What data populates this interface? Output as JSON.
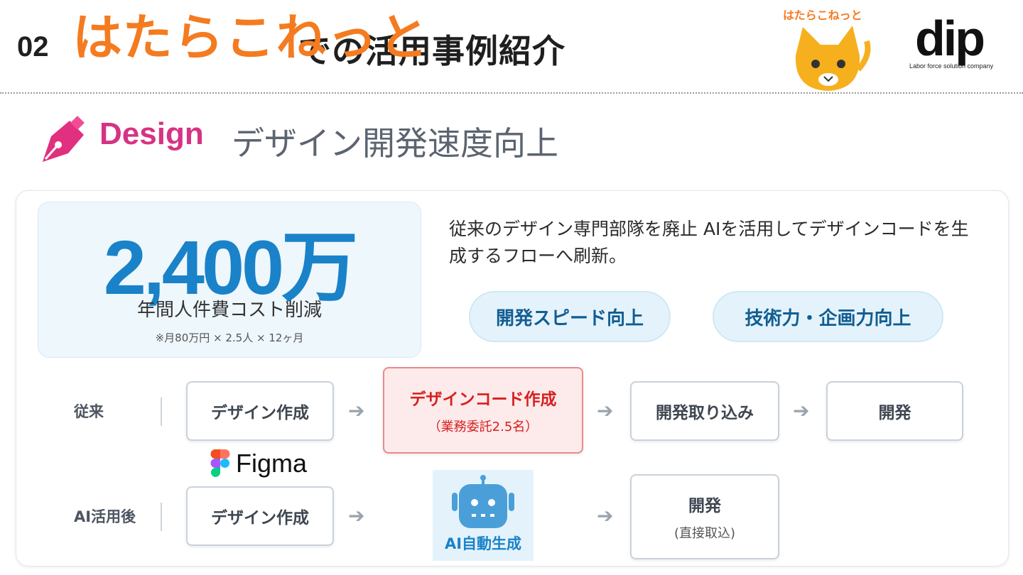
{
  "header": {
    "number": "02",
    "brand": "はたらこねっと",
    "title": "での活用事例紹介",
    "mascot_label": "はたらこねっと",
    "company_logo": "dip",
    "company_tagline": "Labor force solution company"
  },
  "section": {
    "icon": "pen-nib-icon",
    "category": "Design",
    "title": "デザイン開発速度向上"
  },
  "stat": {
    "value": "2,400万",
    "label": "年間人件費コスト削減",
    "note": "※月80万円 × 2.5人 × 12ヶ月"
  },
  "description": "従来のデザイン専門部隊を廃止 AIを活用してデザインコードを生成するフローへ刷新。",
  "benefits": [
    "開発スピード向上",
    "技術力・企画力向上"
  ],
  "flows": {
    "before": {
      "label": "従来",
      "steps": [
        {
          "main": "デザイン作成"
        },
        {
          "main": "デザインコード作成",
          "sub": "（業務委託2.5名）"
        },
        {
          "main": "開発取り込み"
        },
        {
          "main": "開発"
        }
      ]
    },
    "after": {
      "label": "AI活用後",
      "tool": "Figma",
      "steps": [
        {
          "main": "デザイン作成"
        },
        {
          "main": "AI自動生成",
          "icon": "robot-icon"
        },
        {
          "main": "開発",
          "sub": "(直接取込)"
        }
      ]
    },
    "arrow": "➔"
  },
  "colors": {
    "brand_orange": "#f47b20",
    "design_pink": "#d63384",
    "accent_blue": "#1a82c8",
    "highlight_red": "#d62020"
  }
}
